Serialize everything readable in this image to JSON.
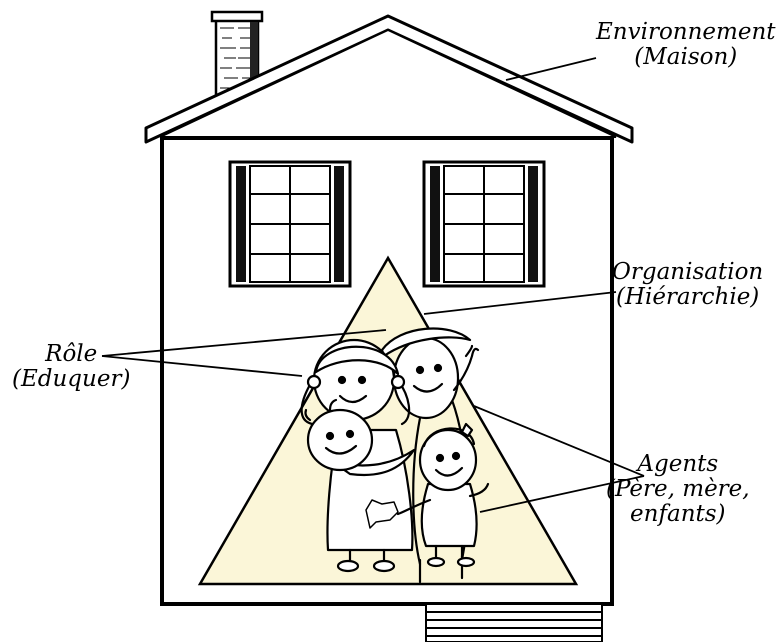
{
  "labels": {
    "environment": {
      "line1": "Environnement",
      "line2": "(Maison)"
    },
    "organisation": {
      "line1": "Organisation",
      "line2": "(Hiérarchie)"
    },
    "role": {
      "line1": "Rôle",
      "line2": "(Eduquer)"
    },
    "agents": {
      "line1": "Agents",
      "line2": "(Père, mère,",
      "line3": "enfants)"
    }
  },
  "colors": {
    "line": "#000000",
    "triangle_fill": "#fbf6d8",
    "background": "#ffffff"
  }
}
